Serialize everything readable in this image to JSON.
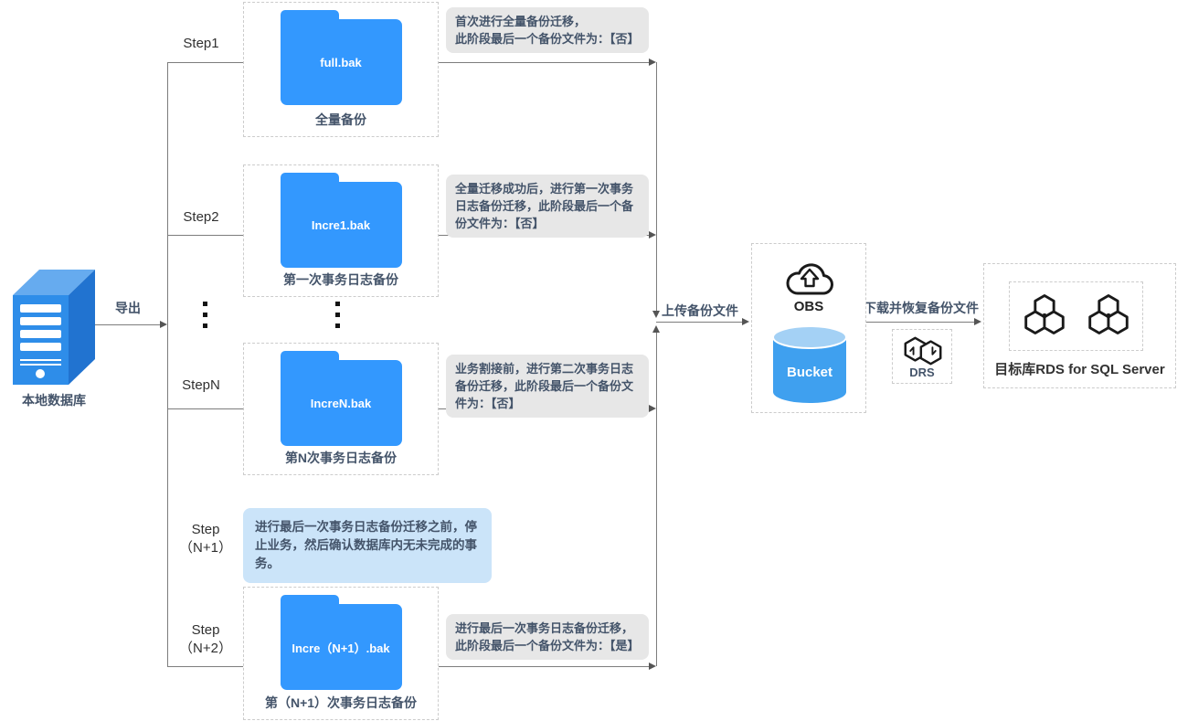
{
  "source": {
    "label": "本地数据库"
  },
  "arrows": {
    "export": "导出",
    "upload": "上传备份文件",
    "download": "下载并恢复备份文件"
  },
  "steps": [
    {
      "label": "Step1",
      "folder": "full.bak",
      "caption": "全量备份",
      "note": "首次进行全量备份迁移，\n此阶段最后一个备份文件为：【否】"
    },
    {
      "label": "Step2",
      "folder": "Incre1.bak",
      "caption": "第一次事务日志备份",
      "note": "全量迁移成功后，进行第一次事务日志备份迁移，此阶段最后一个备份文件为：【否】"
    },
    {
      "label": "StepN",
      "folder": "IncreN.bak",
      "caption": "第N次事务日志备份",
      "note": "业务割接前，进行第二次事务日志备份迁移，此阶段最后一个备份文件为：【否】"
    },
    {
      "label": "Step\n（N+1）",
      "note": "进行最后一次事务日志备份迁移之前，停止业务，然后确认数据库内无未完成的事务。"
    },
    {
      "label": "Step\n（N+2）",
      "folder": "Incre（N+1）.bak",
      "caption": "第（N+1）次事务日志备份",
      "note": "进行最后一次事务日志备份迁移，此阶段最后一个备份文件为：【是】"
    }
  ],
  "obs": {
    "label": "OBS",
    "bucket_label": "Bucket"
  },
  "drs": {
    "label": "DRS"
  },
  "target": {
    "label": "目标库RDS for SQL Server"
  },
  "colors": {
    "folder_blue": "#3398FE",
    "server_blue": "#2E8DE9",
    "bucket_blue": "#3FA0EF",
    "note_gray_bg": "#E7E7E7",
    "note_blue_bg": "#CBE4F9",
    "text_slate": "#44546A",
    "line_gray": "#7D7D7D"
  }
}
